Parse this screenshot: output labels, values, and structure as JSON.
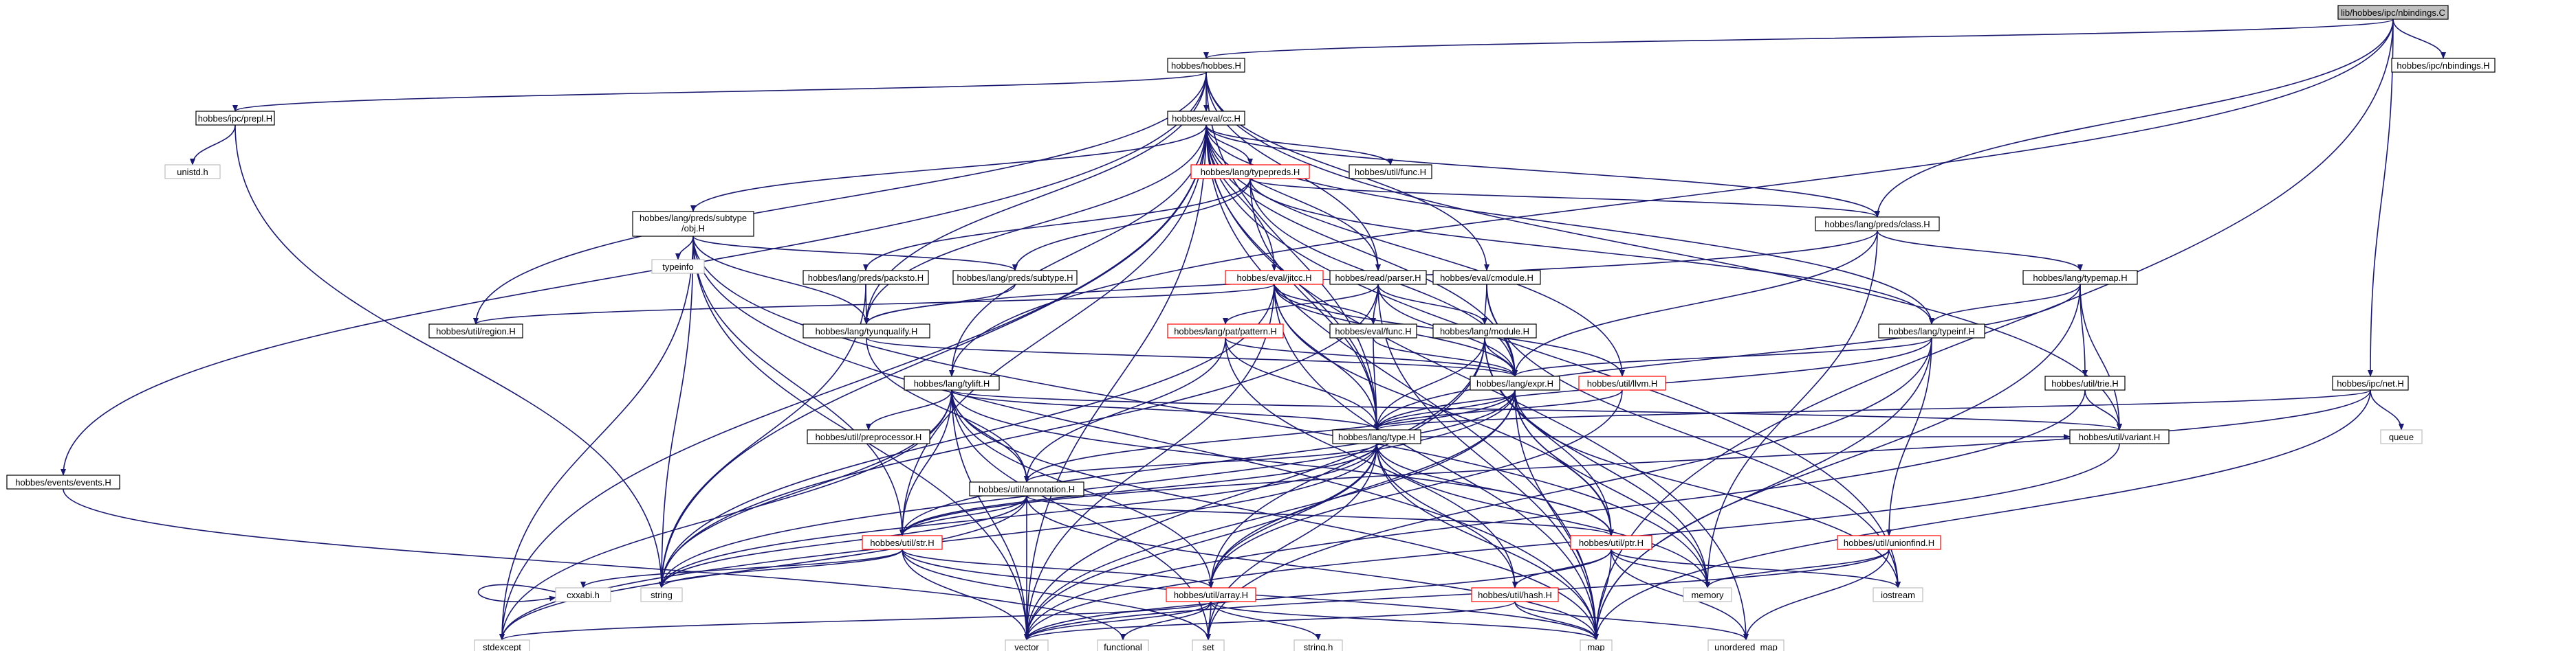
{
  "graph": {
    "nodes": [
      {
        "id": "nbindings_c",
        "label": "lib/hobbes/ipc/nbindings.C",
        "style": "root"
      },
      {
        "id": "hobbes_h",
        "label": "hobbes/hobbes.H",
        "style": "normal"
      },
      {
        "id": "ipc_nbindings_h",
        "label": "hobbes/ipc/nbindings.H",
        "style": "normal"
      },
      {
        "id": "ipc_prepl_h",
        "label": "hobbes/ipc/prepl.H",
        "style": "normal"
      },
      {
        "id": "unistd_h",
        "label": "unistd.h",
        "style": "system"
      },
      {
        "id": "eval_cc_h",
        "label": "hobbes/eval/cc.H",
        "style": "normal"
      },
      {
        "id": "typepreds_h",
        "label": "hobbes/lang/typepreds.H",
        "style": "red"
      },
      {
        "id": "util_func_h",
        "label": "hobbes/util/func.H",
        "style": "normal"
      },
      {
        "id": "preds_subtype_obj_h",
        "label": "hobbes/lang/preds/subtype\n/obj.H",
        "style": "normal"
      },
      {
        "id": "typeinfo",
        "label": "typeinfo",
        "style": "system"
      },
      {
        "id": "preds_class_h",
        "label": "hobbes/lang/preds/class.H",
        "style": "normal"
      },
      {
        "id": "preds_packsto_h",
        "label": "hobbes/lang/preds/packsto.H",
        "style": "normal"
      },
      {
        "id": "preds_subtype_h",
        "label": "hobbes/lang/preds/subtype.H",
        "style": "normal"
      },
      {
        "id": "eval_jitcc_h",
        "label": "hobbes/eval/jitcc.H",
        "style": "red"
      },
      {
        "id": "read_parser_h",
        "label": "hobbes/read/parser.H",
        "style": "normal"
      },
      {
        "id": "eval_cmodule_h",
        "label": "hobbes/eval/cmodule.H",
        "style": "normal"
      },
      {
        "id": "typemap_h",
        "label": "hobbes/lang/typemap.H",
        "style": "normal"
      },
      {
        "id": "util_region_h",
        "label": "hobbes/util/region.H",
        "style": "normal"
      },
      {
        "id": "tyunqualify_h",
        "label": "hobbes/lang/tyunqualify.H",
        "style": "normal"
      },
      {
        "id": "pat_pattern_h",
        "label": "hobbes/lang/pat/pattern.H",
        "style": "red"
      },
      {
        "id": "eval_func_h",
        "label": "hobbes/eval/func.H",
        "style": "normal"
      },
      {
        "id": "lang_module_h",
        "label": "hobbes/lang/module.H",
        "style": "normal"
      },
      {
        "id": "typeinf_h",
        "label": "hobbes/lang/typeinf.H",
        "style": "normal"
      },
      {
        "id": "events_events_h",
        "label": "hobbes/events/events.H",
        "style": "normal"
      },
      {
        "id": "tylift_h",
        "label": "hobbes/lang/tylift.H",
        "style": "normal"
      },
      {
        "id": "lang_expr_h",
        "label": "hobbes/lang/expr.H",
        "style": "normal"
      },
      {
        "id": "util_llvm_h",
        "label": "hobbes/util/llvm.H",
        "style": "red"
      },
      {
        "id": "util_trie_h",
        "label": "hobbes/util/trie.H",
        "style": "normal"
      },
      {
        "id": "ipc_net_h",
        "label": "hobbes/ipc/net.H",
        "style": "normal"
      },
      {
        "id": "util_preprocessor_h",
        "label": "hobbes/util/preprocessor.H",
        "style": "normal"
      },
      {
        "id": "lang_type_h",
        "label": "hobbes/lang/type.H",
        "style": "normal"
      },
      {
        "id": "util_variant_h",
        "label": "hobbes/util/variant.H",
        "style": "normal"
      },
      {
        "id": "queue",
        "label": "queue",
        "style": "system"
      },
      {
        "id": "util_annotation_h",
        "label": "hobbes/util/annotation.H",
        "style": "normal"
      },
      {
        "id": "util_str_h",
        "label": "hobbes/util/str.H",
        "style": "red"
      },
      {
        "id": "util_ptr_h",
        "label": "hobbes/util/ptr.H",
        "style": "red"
      },
      {
        "id": "util_unionfind_h",
        "label": "hobbes/util/unionfind.H",
        "style": "red"
      },
      {
        "id": "cxxabi_h",
        "label": "cxxabi.h",
        "style": "system"
      },
      {
        "id": "string",
        "label": "string",
        "style": "system"
      },
      {
        "id": "memory",
        "label": "memory",
        "style": "system"
      },
      {
        "id": "iostream",
        "label": "iostream",
        "style": "system"
      },
      {
        "id": "util_array_h",
        "label": "hobbes/util/array.H",
        "style": "red"
      },
      {
        "id": "util_hash_h",
        "label": "hobbes/util/hash.H",
        "style": "red"
      },
      {
        "id": "stdexcept",
        "label": "stdexcept",
        "style": "system"
      },
      {
        "id": "vector",
        "label": "vector",
        "style": "system"
      },
      {
        "id": "functional",
        "label": "functional",
        "style": "system"
      },
      {
        "id": "set",
        "label": "set",
        "style": "system"
      },
      {
        "id": "string_h",
        "label": "string.h",
        "style": "system"
      },
      {
        "id": "map",
        "label": "map",
        "style": "system"
      },
      {
        "id": "unordered_map",
        "label": "unordered_map",
        "style": "system"
      }
    ],
    "edges": [
      [
        "nbindings_c",
        "hobbes_h"
      ],
      [
        "nbindings_c",
        "ipc_nbindings_h"
      ],
      [
        "nbindings_c",
        "preds_class_h"
      ],
      [
        "nbindings_c",
        "ipc_net_h"
      ],
      [
        "nbindings_c",
        "map"
      ],
      [
        "nbindings_c",
        "tylift_h"
      ],
      [
        "hobbes_h",
        "ipc_prepl_h"
      ],
      [
        "hobbes_h",
        "eval_cc_h"
      ],
      [
        "hobbes_h",
        "events_events_h"
      ],
      [
        "hobbes_h",
        "util_region_h"
      ],
      [
        "hobbes_h",
        "tyunqualify_h"
      ],
      [
        "hobbes_h",
        "read_parser_h"
      ],
      [
        "hobbes_h",
        "eval_cmodule_h"
      ],
      [
        "hobbes_h",
        "util_variant_h"
      ],
      [
        "hobbes_h",
        "lang_type_h"
      ],
      [
        "ipc_prepl_h",
        "unistd_h"
      ],
      [
        "ipc_prepl_h",
        "string"
      ],
      [
        "eval_cc_h",
        "typepreds_h"
      ],
      [
        "eval_cc_h",
        "util_func_h"
      ],
      [
        "eval_cc_h",
        "preds_subtype_obj_h"
      ],
      [
        "eval_cc_h",
        "preds_class_h"
      ],
      [
        "eval_cc_h",
        "eval_jitcc_h"
      ],
      [
        "eval_cc_h",
        "read_parser_h"
      ],
      [
        "eval_cc_h",
        "typeinf_h"
      ],
      [
        "eval_cc_h",
        "lang_expr_h"
      ],
      [
        "eval_cc_h",
        "util_llvm_h"
      ],
      [
        "eval_cc_h",
        "tylift_h"
      ],
      [
        "eval_cc_h",
        "lang_type_h"
      ],
      [
        "eval_cc_h",
        "util_str_h"
      ],
      [
        "eval_cc_h",
        "string"
      ],
      [
        "eval_cc_h",
        "vector"
      ],
      [
        "eval_cc_h",
        "map"
      ],
      [
        "eval_cc_h",
        "unordered_map"
      ],
      [
        "eval_cc_h",
        "iostream"
      ],
      [
        "eval_cc_h",
        "stdexcept"
      ],
      [
        "eval_cc_h",
        "tyunqualify_h"
      ],
      [
        "typepreds_h",
        "preds_class_h"
      ],
      [
        "typepreds_h",
        "preds_packsto_h"
      ],
      [
        "typepreds_h",
        "preds_subtype_h"
      ],
      [
        "typepreds_h",
        "lang_expr_h"
      ],
      [
        "typepreds_h",
        "lang_type_h"
      ],
      [
        "typepreds_h",
        "typeinf_h"
      ],
      [
        "preds_subtype_obj_h",
        "typeinfo"
      ],
      [
        "preds_subtype_obj_h",
        "preds_subtype_h"
      ],
      [
        "preds_subtype_obj_h",
        "tyunqualify_h"
      ],
      [
        "preds_subtype_obj_h",
        "util_str_h"
      ],
      [
        "preds_subtype_obj_h",
        "string"
      ],
      [
        "preds_subtype_obj_h",
        "map"
      ],
      [
        "preds_subtype_obj_h",
        "memory"
      ],
      [
        "preds_subtype_obj_h",
        "stdexcept"
      ],
      [
        "preds_subtype_obj_h",
        "vector"
      ],
      [
        "preds_class_h",
        "lang_expr_h"
      ],
      [
        "preds_class_h",
        "typemap_h"
      ],
      [
        "preds_class_h",
        "tyunqualify_h"
      ],
      [
        "preds_class_h",
        "memory"
      ],
      [
        "preds_packsto_h",
        "tyunqualify_h"
      ],
      [
        "preds_packsto_h",
        "string"
      ],
      [
        "preds_subtype_h",
        "tyunqualify_h"
      ],
      [
        "eval_jitcc_h",
        "eval_func_h"
      ],
      [
        "eval_jitcc_h",
        "lang_expr_h"
      ],
      [
        "eval_jitcc_h",
        "util_llvm_h"
      ],
      [
        "eval_jitcc_h",
        "lang_type_h"
      ],
      [
        "eval_jitcc_h",
        "util_region_h"
      ],
      [
        "eval_jitcc_h",
        "string"
      ],
      [
        "eval_jitcc_h",
        "map"
      ],
      [
        "eval_jitcc_h",
        "vector"
      ],
      [
        "eval_jitcc_h",
        "util_ptr_h"
      ],
      [
        "read_parser_h",
        "lang_module_h"
      ],
      [
        "read_parser_h",
        "pat_pattern_h"
      ],
      [
        "read_parser_h",
        "lang_expr_h"
      ],
      [
        "read_parser_h",
        "eval_func_h"
      ],
      [
        "read_parser_h",
        "string"
      ],
      [
        "read_parser_h",
        "map"
      ],
      [
        "eval_cmodule_h",
        "lang_module_h"
      ],
      [
        "eval_cmodule_h",
        "lang_expr_h"
      ],
      [
        "eval_cmodule_h",
        "iostream"
      ],
      [
        "typemap_h",
        "typeinf_h"
      ],
      [
        "typemap_h",
        "util_trie_h"
      ],
      [
        "typemap_h",
        "util_variant_h"
      ],
      [
        "typemap_h",
        "lang_type_h"
      ],
      [
        "typemap_h",
        "map"
      ],
      [
        "tyunqualify_h",
        "lang_expr_h"
      ],
      [
        "tyunqualify_h",
        "util_annotation_h"
      ],
      [
        "pat_pattern_h",
        "lang_expr_h"
      ],
      [
        "pat_pattern_h",
        "lang_type_h"
      ],
      [
        "pat_pattern_h",
        "util_annotation_h"
      ],
      [
        "pat_pattern_h",
        "util_hash_h"
      ],
      [
        "eval_func_h",
        "lang_type_h"
      ],
      [
        "eval_func_h",
        "lang_expr_h"
      ],
      [
        "lang_module_h",
        "lang_expr_h"
      ],
      [
        "lang_module_h",
        "lang_type_h"
      ],
      [
        "lang_module_h",
        "util_array_h"
      ],
      [
        "lang_module_h",
        "util_ptr_h"
      ],
      [
        "lang_module_h",
        "vector"
      ],
      [
        "lang_module_h",
        "memory"
      ],
      [
        "typeinf_h",
        "lang_expr_h"
      ],
      [
        "typeinf_h",
        "lang_type_h"
      ],
      [
        "typeinf_h",
        "util_unionfind_h"
      ],
      [
        "typeinf_h",
        "set"
      ],
      [
        "typeinf_h",
        "map"
      ],
      [
        "events_events_h",
        "functional"
      ],
      [
        "tylift_h",
        "util_preprocessor_h"
      ],
      [
        "tylift_h",
        "lang_type_h"
      ],
      [
        "tylift_h",
        "util_variant_h"
      ],
      [
        "tylift_h",
        "util_str_h"
      ],
      [
        "tylift_h",
        "util_ptr_h"
      ],
      [
        "tylift_h",
        "string"
      ],
      [
        "tylift_h",
        "vector"
      ],
      [
        "tylift_h",
        "map"
      ],
      [
        "tylift_h",
        "set"
      ],
      [
        "tylift_h",
        "stdexcept"
      ],
      [
        "tylift_h",
        "util_array_h"
      ],
      [
        "tylift_h",
        "util_annotation_h"
      ],
      [
        "lang_expr_h",
        "lang_type_h"
      ],
      [
        "lang_expr_h",
        "util_annotation_h"
      ],
      [
        "lang_expr_h",
        "util_ptr_h"
      ],
      [
        "lang_expr_h",
        "util_array_h"
      ],
      [
        "lang_expr_h",
        "util_str_h"
      ],
      [
        "lang_expr_h",
        "string"
      ],
      [
        "lang_expr_h",
        "vector"
      ],
      [
        "lang_expr_h",
        "map"
      ],
      [
        "lang_expr_h",
        "memory"
      ],
      [
        "lang_expr_h",
        "iostream"
      ],
      [
        "util_llvm_h",
        "util_array_h"
      ],
      [
        "util_llvm_h",
        "lang_type_h"
      ],
      [
        "util_trie_h",
        "util_variant_h"
      ],
      [
        "util_trie_h",
        "vector"
      ],
      [
        "ipc_net_h",
        "lang_type_h"
      ],
      [
        "ipc_net_h",
        "queue"
      ],
      [
        "ipc_net_h",
        "util_str_h"
      ],
      [
        "ipc_net_h",
        "map"
      ],
      [
        "lang_type_h",
        "util_annotation_h"
      ],
      [
        "lang_type_h",
        "util_str_h"
      ],
      [
        "lang_type_h",
        "util_ptr_h"
      ],
      [
        "lang_type_h",
        "util_array_h"
      ],
      [
        "lang_type_h",
        "util_hash_h"
      ],
      [
        "lang_type_h",
        "util_variant_h"
      ],
      [
        "lang_type_h",
        "string"
      ],
      [
        "lang_type_h",
        "vector"
      ],
      [
        "lang_type_h",
        "map"
      ],
      [
        "lang_type_h",
        "set"
      ],
      [
        "lang_type_h",
        "memory"
      ],
      [
        "lang_type_h",
        "stdexcept"
      ],
      [
        "util_variant_h",
        "vector"
      ],
      [
        "util_annotation_h",
        "util_str_h"
      ],
      [
        "util_annotation_h",
        "util_ptr_h"
      ],
      [
        "util_annotation_h",
        "string"
      ],
      [
        "util_annotation_h",
        "vector"
      ],
      [
        "util_annotation_h",
        "map"
      ],
      [
        "util_annotation_h",
        "stdexcept"
      ],
      [
        "util_str_h",
        "util_array_h"
      ],
      [
        "util_str_h",
        "cxxabi_h"
      ],
      [
        "util_str_h",
        "string"
      ],
      [
        "util_str_h",
        "vector"
      ],
      [
        "util_str_h",
        "set"
      ],
      [
        "util_str_h",
        "map"
      ],
      [
        "util_ptr_h",
        "util_hash_h"
      ],
      [
        "util_ptr_h",
        "memory"
      ],
      [
        "util_ptr_h",
        "iostream"
      ],
      [
        "util_ptr_h",
        "unordered_map"
      ],
      [
        "util_ptr_h",
        "vector"
      ],
      [
        "util_ptr_h",
        "map"
      ],
      [
        "util_unionfind_h",
        "memory"
      ],
      [
        "util_unionfind_h",
        "unordered_map"
      ],
      [
        "util_unionfind_h",
        "vector"
      ],
      [
        "util_array_h",
        "stdexcept"
      ],
      [
        "util_array_h",
        "vector"
      ],
      [
        "util_array_h",
        "functional"
      ],
      [
        "util_array_h",
        "set"
      ],
      [
        "util_array_h",
        "string_h"
      ],
      [
        "util_array_h",
        "map"
      ],
      [
        "util_hash_h",
        "vector"
      ],
      [
        "util_hash_h",
        "map"
      ],
      [
        "util_hash_h",
        "unordered_map"
      ]
    ]
  }
}
